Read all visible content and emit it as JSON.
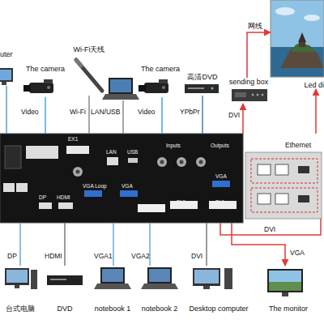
{
  "diagram": {
    "nodes": [
      {
        "text": [
          "uter"
        ]
      },
      {
        "text": [
          "The camera"
        ]
      },
      {
        "text": [
          "Wi-Fi天线"
        ]
      },
      {
        "text": [
          "The camera"
        ]
      },
      {
        "text": [
          "高清DVD"
        ]
      },
      {
        "text": [
          "sending box"
        ]
      },
      {
        "text": [
          "Led di"
        ]
      },
      {
        "text": [
          "EX1",
          "LAN",
          "USB",
          "Inputs",
          "Outputs",
          "DP",
          "HDMI",
          "VGA Loop",
          "VGA",
          "DVI",
          "VGA",
          "DVI",
          "DVI"
        ]
      },
      {
        "text": [
          "台式电脑"
        ]
      },
      {
        "text": [
          "DVD"
        ]
      },
      {
        "text": [
          "notebook 1"
        ]
      },
      {
        "text": [
          "notebook 2"
        ]
      },
      {
        "text": [
          "Desktop computer"
        ]
      },
      {
        "text": [
          "The monitor"
        ]
      }
    ],
    "edges": [
      {
        "from": 0,
        "to": 7,
        "arrow": "none"
      },
      {
        "from": 1,
        "to": 7,
        "label": "Video",
        "arrow": "none"
      },
      {
        "from": 2,
        "to": 7,
        "label": "Wi-Fi",
        "arrow": "none"
      },
      {
        "from": 3,
        "to": 7,
        "label": "Video",
        "arrow": "none"
      },
      {
        "from": 4,
        "to": 7,
        "label": "YPbPr",
        "arrow": "none"
      },
      {
        "from": 7,
        "to": 5,
        "label": "DVI",
        "arrow": "to"
      },
      {
        "from": 5,
        "to": 6,
        "label": "网线",
        "arrow": "to"
      },
      {
        "from": 7,
        "to": 6,
        "label": "Ethernet",
        "arrow": "to"
      },
      {
        "from": 8,
        "to": 7,
        "label": "DP",
        "arrow": "none"
      },
      {
        "from": 9,
        "to": 7,
        "label": "HDMI",
        "arrow": "none"
      },
      {
        "from": 10,
        "to": 7,
        "label": "VGA1",
        "arrow": "none"
      },
      {
        "from": 11,
        "to": 7,
        "label": "VGA2",
        "arrow": "none"
      },
      {
        "from": 12,
        "to": 7,
        "label": "DVI",
        "arrow": "none"
      },
      {
        "from": 7,
        "to": 13,
        "label": "VGA",
        "arrow": "to"
      }
    ],
    "labels": [
      "LAN/USB",
      "DVI"
    ]
  }
}
